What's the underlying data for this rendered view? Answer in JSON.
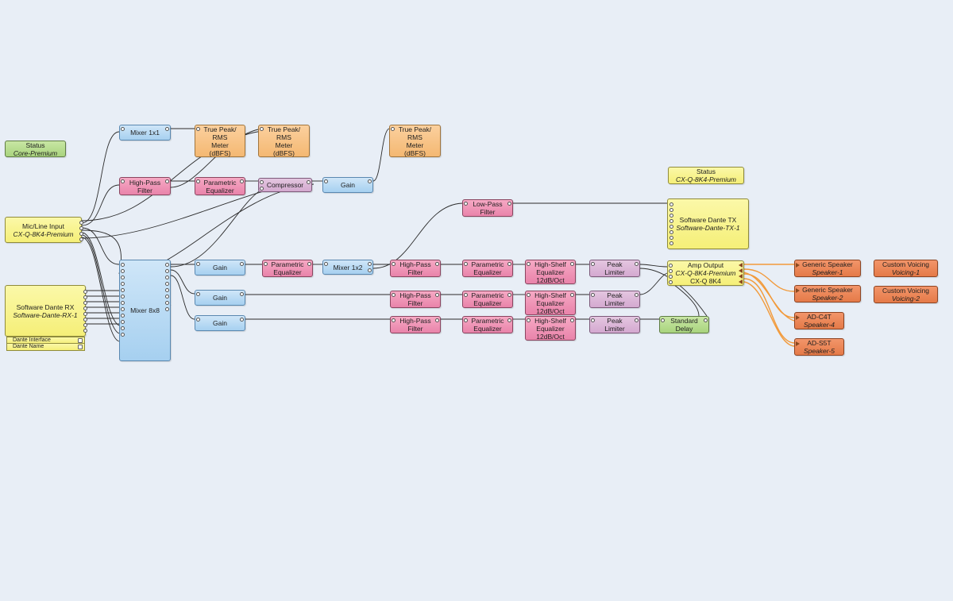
{
  "colors": {
    "canvas": "#e8eef6",
    "control": "#a9d47e",
    "io": "#f5ef78",
    "mixer_gain": "#a6d0f0",
    "filter_eq": "#e983aa",
    "meter": "#f4b872",
    "dynamics": "#d4a9d0",
    "speaker": "#e57a48",
    "speaker_wire": "#f29a3a"
  },
  "blocks": {
    "status_core": {
      "title": "Status",
      "sub": "Core-Premium"
    },
    "mic_line_input": {
      "title": "Mic/Line Input",
      "sub": "CX-Q-8K4-Premium"
    },
    "dante_rx": {
      "title": "Software Dante RX",
      "sub": "Software-Dante-RX-1",
      "rows": [
        "Dante Interface",
        "Dante Name"
      ]
    },
    "mixer_1x1": {
      "title": "Mixer 1x1"
    },
    "hpf_top": {
      "title": "High-Pass\nFilter"
    },
    "mixer_8x8": {
      "title": "Mixer 8x8"
    },
    "meter_1": {
      "title": "True Peak/\nRMS\nMeter\n(dBFS)"
    },
    "meter_2": {
      "title": "True Peak/\nRMS\nMeter\n(dBFS)"
    },
    "meter_3": {
      "title": "True Peak/\nRMS\nMeter\n(dBFS)"
    },
    "peq_top": {
      "title": "Parametric\nEqualizer"
    },
    "compressor": {
      "title": "Compressor"
    },
    "gain_top": {
      "title": "Gain"
    },
    "gain_1": {
      "title": "Gain"
    },
    "gain_2": {
      "title": "Gain"
    },
    "gain_3": {
      "title": "Gain"
    },
    "peq_mid": {
      "title": "Parametric\nEqualizer"
    },
    "mixer_1x2": {
      "title": "Mixer 1x2"
    },
    "lpf": {
      "title": "Low-Pass\nFilter"
    },
    "hpf_1": {
      "title": "High-Pass\nFilter"
    },
    "hpf_2": {
      "title": "High-Pass\nFilter"
    },
    "hpf_3": {
      "title": "High-Pass\nFilter"
    },
    "peq_1": {
      "title": "Parametric\nEqualizer"
    },
    "peq_2": {
      "title": "Parametric\nEqualizer"
    },
    "peq_3": {
      "title": "Parametric\nEqualizer"
    },
    "hshelf_1": {
      "title": "High-Shelf\nEqualizer\n12dB/Oct"
    },
    "hshelf_2": {
      "title": "High-Shelf\nEqualizer\n12dB/Oct"
    },
    "hshelf_3": {
      "title": "High-Shelf\nEqualizer\n12dB/Oct"
    },
    "limiter_1": {
      "title": "Peak\nLimiter"
    },
    "limiter_2": {
      "title": "Peak\nLimiter"
    },
    "limiter_3": {
      "title": "Peak\nLimiter"
    },
    "delay": {
      "title": "Standard\nDelay"
    },
    "status_amp": {
      "title": "Status",
      "sub": "CX-Q-8K4-Premium"
    },
    "dante_tx": {
      "title": "Software Dante TX",
      "sub": "Software-Dante-TX-1"
    },
    "amp_output": {
      "title": "Amp Output",
      "sub": "CX-Q-8K4-Premium",
      "line3": "CX-Q 8K4"
    },
    "speaker_1": {
      "title": "Generic Speaker",
      "sub": "Speaker-1"
    },
    "speaker_2": {
      "title": "Generic Speaker",
      "sub": "Speaker-2"
    },
    "speaker_4": {
      "title": "AD-C4T",
      "sub": "Speaker-4"
    },
    "speaker_5": {
      "title": "AD-S5T",
      "sub": "Speaker-5"
    },
    "voicing_1": {
      "title": "Custom Voicing",
      "sub": "Voicing-1"
    },
    "voicing_2": {
      "title": "Custom Voicing",
      "sub": "Voicing-2"
    }
  }
}
